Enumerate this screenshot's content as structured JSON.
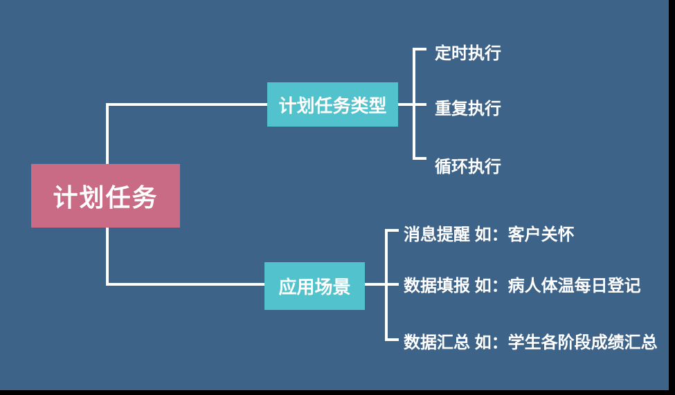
{
  "diagram": {
    "root": {
      "label": "计划任务"
    },
    "branches": [
      {
        "label": "计划任务类型",
        "children": [
          {
            "label": "定时执行"
          },
          {
            "label": "重复执行"
          },
          {
            "label": "循环执行"
          }
        ]
      },
      {
        "label": "应用场景",
        "children": [
          {
            "label": "消息提醒 如：客户关怀"
          },
          {
            "label": "数据填报 如：病人体温每日登记"
          },
          {
            "label": "数据汇总 如：学生各阶段成绩汇总"
          }
        ]
      }
    ],
    "colors": {
      "background": "#3e6389",
      "root_fill": "#c96b84",
      "branch_fill": "#52c3cc",
      "connector": "#ffffff",
      "text": "#ffffff",
      "edge_shadow": "#000000"
    }
  }
}
